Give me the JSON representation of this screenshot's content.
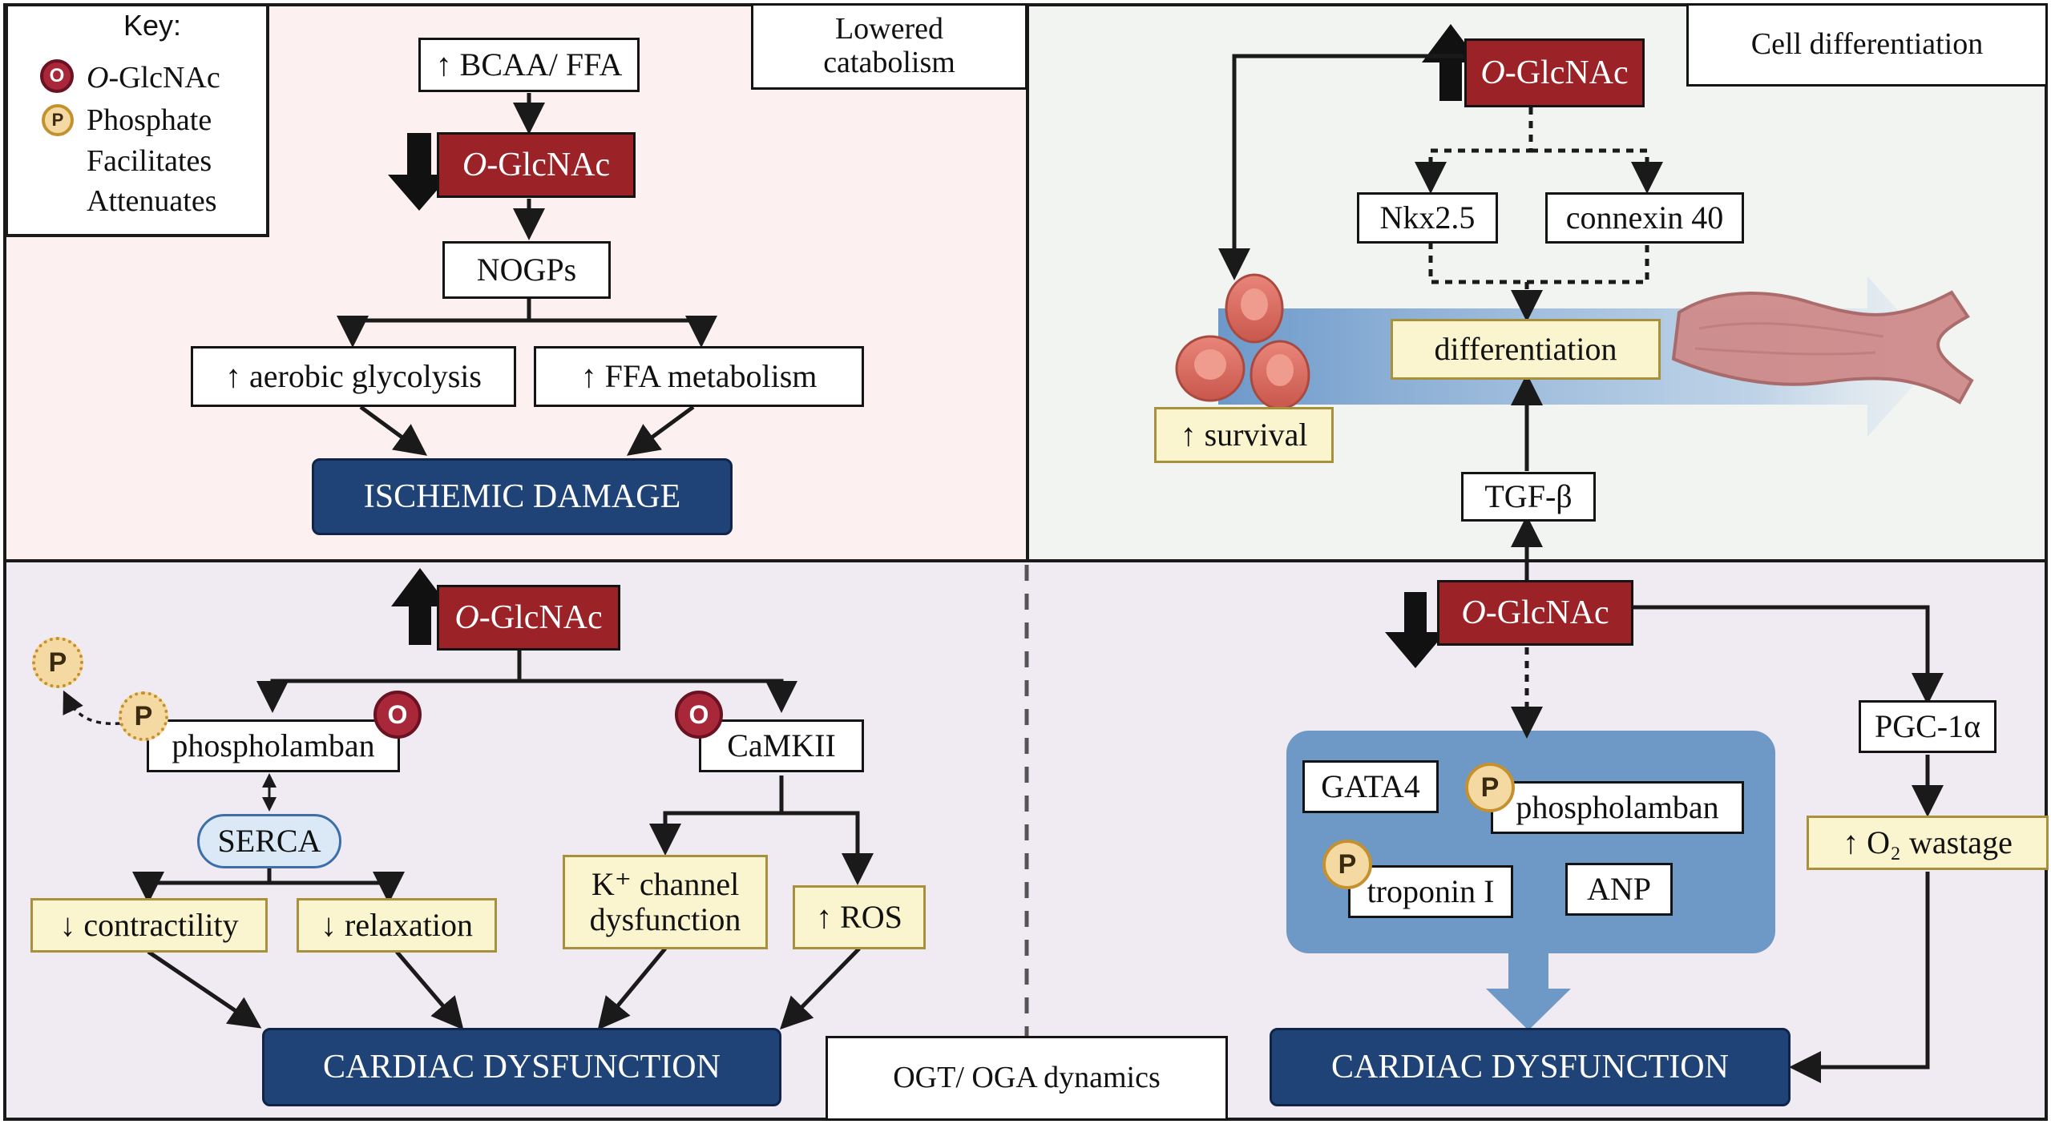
{
  "key": {
    "title": "Key:",
    "glyph_o": "O",
    "glyph_p": "P",
    "o_glcnac_italic": "O",
    "o_glcnac_rest": "-GlcNAc",
    "phosphate": "Phosphate",
    "facilitates": "Facilitates",
    "attenuates": "Attenuates"
  },
  "panel_labels": {
    "lowered_catabolism": "Lowered catabolism",
    "cell_differentiation": "Cell differentiation",
    "ogt_oga": "OGT/ OGA dynamics"
  },
  "glcnac": {
    "italic": "O",
    "rest": "-GlcNAc"
  },
  "top_left": {
    "bcaa_ffa": "↑ BCAA/ FFA",
    "nogps": "NOGPs",
    "aerobic": "↑ aerobic glycolysis",
    "ffa_metab": "↑ FFA metabolism",
    "ischemic": "ISCHEMIC DAMAGE"
  },
  "top_right": {
    "nkx": "Nkx2.5",
    "connexin": "connexin 40",
    "differentiation": "differentiation",
    "survival": "↑ survival",
    "tgf": "TGF-β"
  },
  "bottom_left": {
    "phospholamban": "phospholamban",
    "camkii": "CaMKII",
    "serca": "SERCA",
    "contractility": "↓ contractility",
    "relaxation": "↓ relaxation",
    "k_channel": "K⁺ channel dysfunction",
    "ros": "↑ ROS",
    "cardiac": "CARDIAC DYSFUNCTION"
  },
  "bottom_right": {
    "pgc": "PGC-1α",
    "o2": "↑ O₂ wastage",
    "gata4": "GATA4",
    "phospholamban": "phospholamban",
    "troponin": "troponin I",
    "anp": "ANP",
    "cardiac": "CARDIAC DYSFUNCTION"
  },
  "colors": {
    "panel_pink": "#fdf0f0",
    "panel_grey": "#f2f4f2",
    "panel_purple": "#f0eaf3",
    "glcnac_red": "#9b2226",
    "dysfunction_navy": "#1f4377",
    "effect_yellow": "#fbf5cf",
    "complex_blue": "#6e98c6"
  }
}
